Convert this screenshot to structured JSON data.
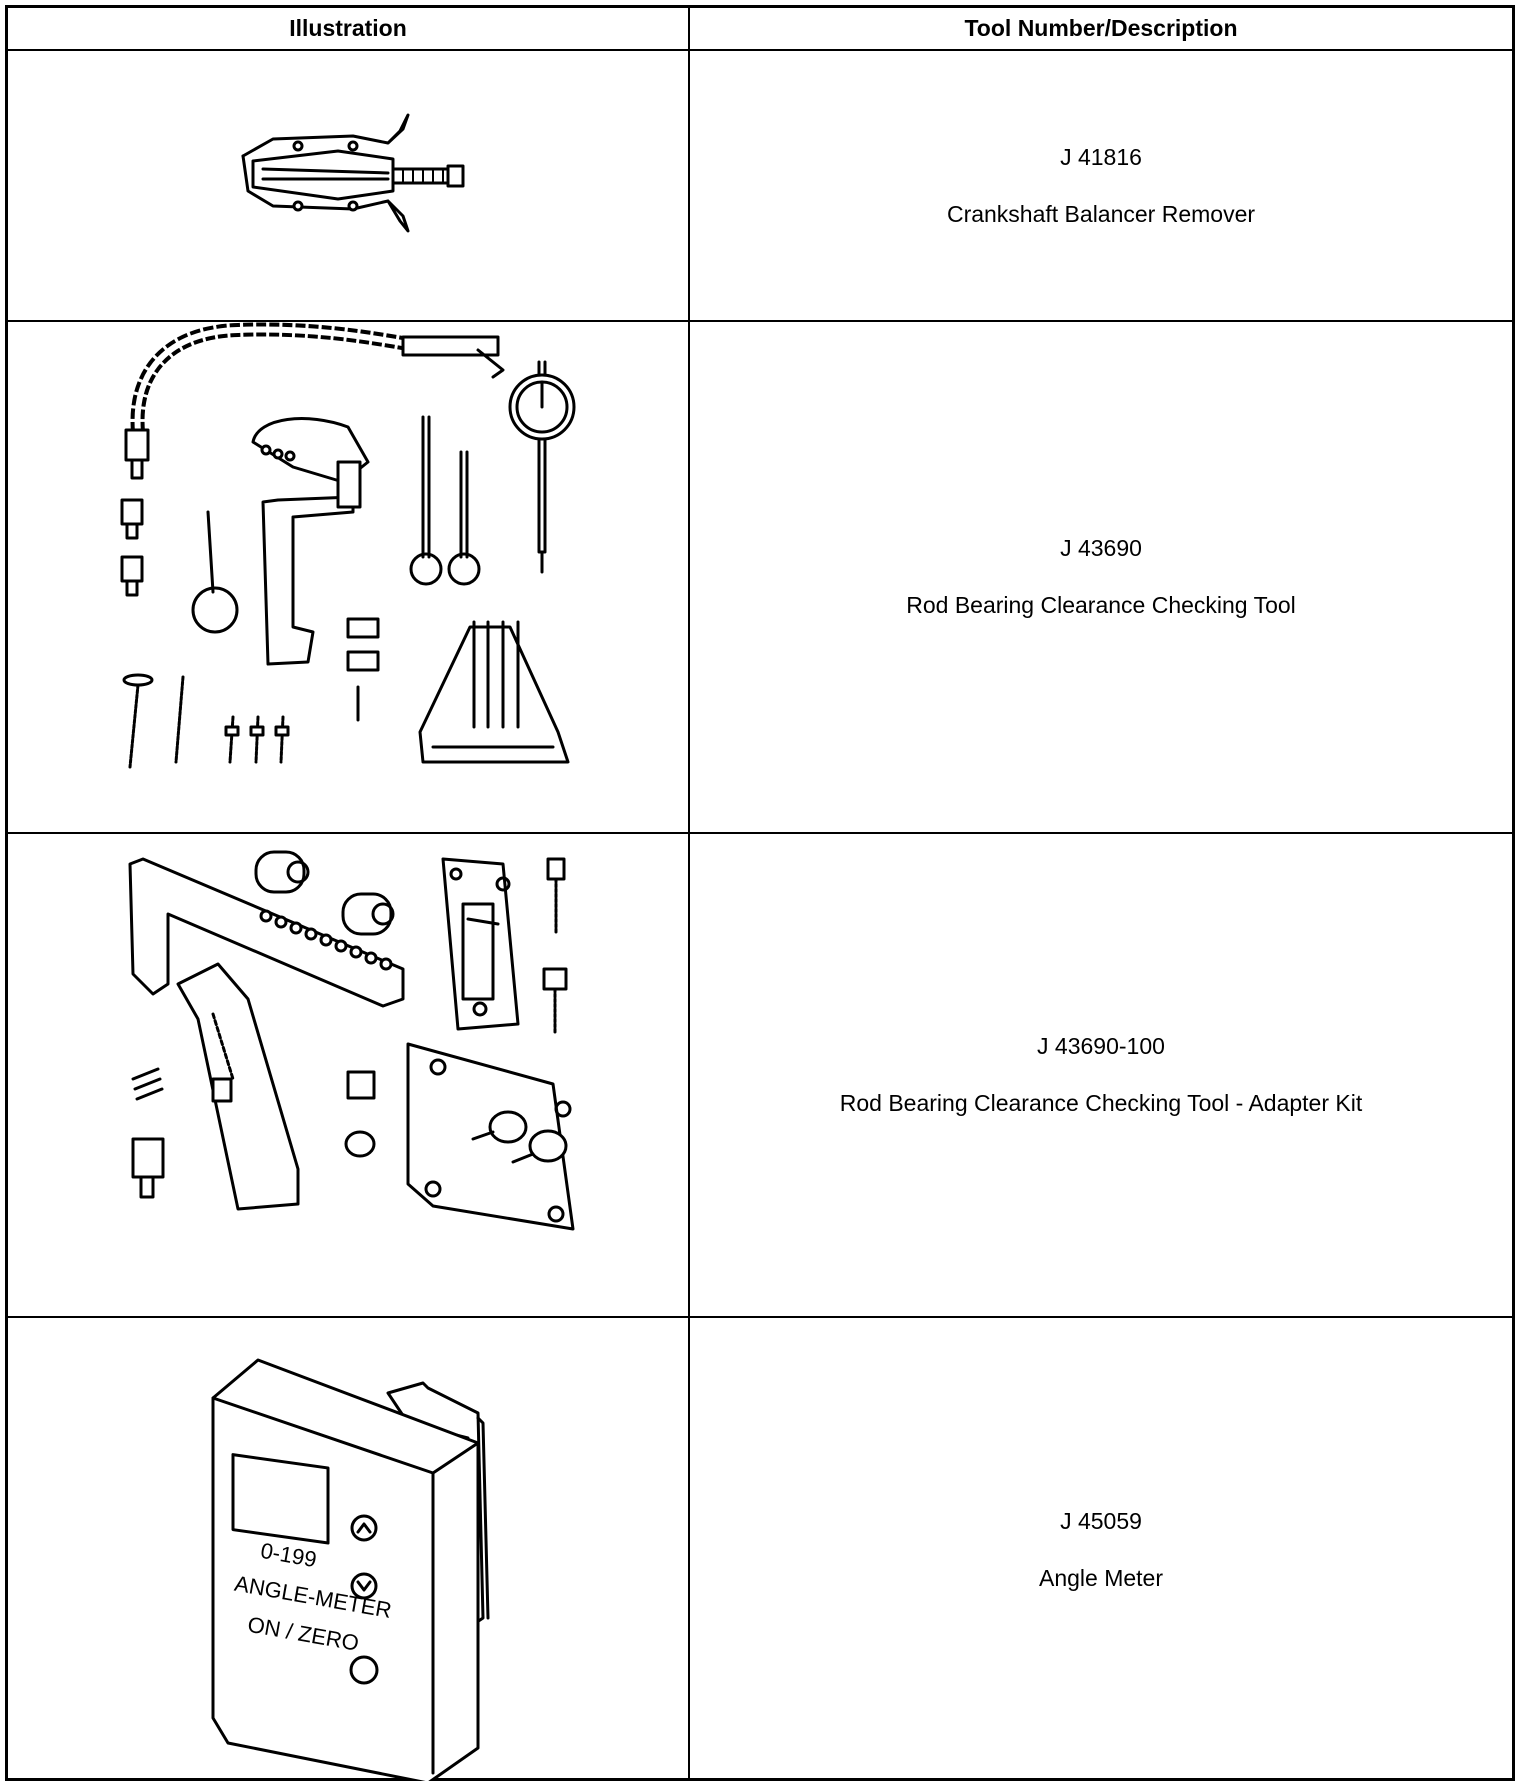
{
  "table": {
    "headers": {
      "illustration": "Illustration",
      "tool": "Tool Number/Description"
    },
    "rows": [
      {
        "number": "J 41816",
        "description": "Crankshaft Balancer Remover",
        "icon": "puller-icon"
      },
      {
        "number": "J 43690",
        "description": "Rod Bearing Clearance Checking Tool",
        "icon": "dial-indicator-kit-icon"
      },
      {
        "number": "J 43690-100",
        "description": "Rod Bearing Clearance Checking Tool - Adapter Kit",
        "icon": "adapter-kit-icon"
      },
      {
        "number": "J 45059",
        "description": "Angle Meter",
        "icon": "angle-meter-icon",
        "device_labels": {
          "range": "0-199",
          "line1": "ANGLE-METER",
          "line2": "ON / ZERO"
        }
      }
    ]
  }
}
